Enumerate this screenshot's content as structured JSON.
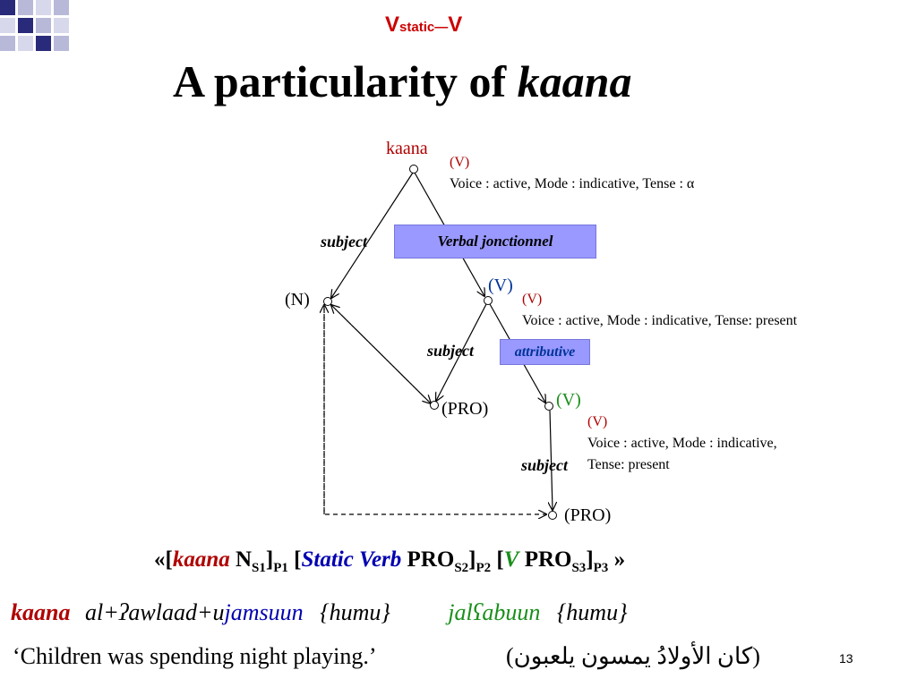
{
  "header": {
    "tag_main_left": "V",
    "tag_sub": "static",
    "tag_sep": "—",
    "tag_main_right": "V"
  },
  "title": {
    "plain": "A particularity of ",
    "italic": "kaana"
  },
  "tree": {
    "root_label": "kaana",
    "root_feat_cat": "(V)",
    "root_feat_line": "Voice : active, Mode : indicative, Tense : α",
    "subject_1": "subject",
    "relation_1": "Verbal jonctionnel",
    "n_node": "(N)",
    "v_node_1": "(V)",
    "v1_feat_cat": "(V)",
    "v1_feat_line": "Voice : active, Mode : indicative, Tense: present",
    "subject_2": "subject",
    "relation_2": "attributive",
    "pro_node_1": "(PRO)",
    "v_node_2": "(V)",
    "v2_feat_cat": "(V)",
    "v2_feat_line1": "Voice : active, Mode : indicative,",
    "v2_feat_line2": "Tense: present",
    "subject_3": "subject",
    "pro_node_2": "(PRO)"
  },
  "formula": {
    "open": "«[",
    "kaana": "kaana",
    "n": " N",
    "s1": "S1",
    "close1": "]",
    "p1": "P1",
    "open2": " [",
    "static_verb": "Static Verb",
    "pro1": " PRO",
    "s2": "S2",
    "close2": "]",
    "p2": "P2",
    "open3": " [",
    "v": "V",
    "pro2": " PRO",
    "s3": "S3",
    "close3": "]",
    "p3": "P3",
    "end": " »"
  },
  "example": {
    "kaana": "kaana",
    "part1": "al+ʔawlaad+u",
    "part2": "jamsuun",
    "part3": "{humu}",
    "part4": "jalʕabuun",
    "part5": "{humu}"
  },
  "translation": {
    "english": "‘Children was spending night playing.’",
    "arabic": "(كان الأولادُ يمسون يلعبون)"
  },
  "slide_number": "13",
  "colors": {
    "red": "#b00000",
    "green": "#1a8f1a",
    "blue": "#0000b0",
    "box": "#9999ff",
    "deco_navy": "#2a2a7a"
  }
}
